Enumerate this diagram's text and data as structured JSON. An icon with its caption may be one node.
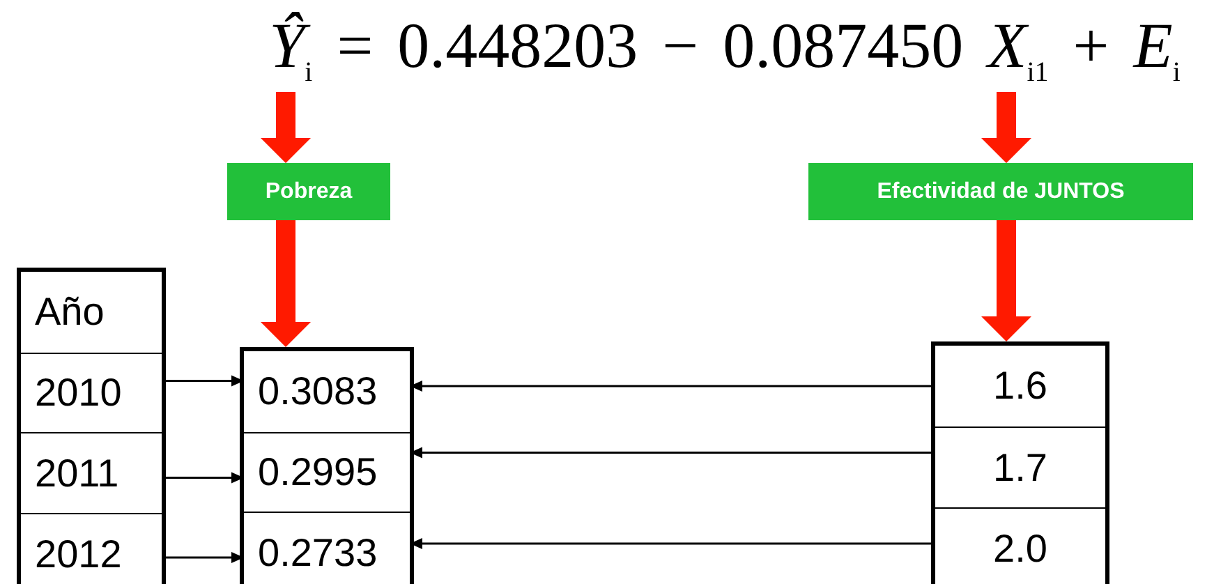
{
  "diagram": {
    "nodes": [
      {
        "text": [
          "*Ŷ*$_{i}$ = 0.448203 − 0.087450 *X*$_{i1}$ + *E*$_{i}$"
        ]
      },
      {
        "text": [
          "Pobreza"
        ]
      },
      {
        "text": [
          "Efectividad de JUNTOS"
        ]
      },
      {
        "text": [],
        "shape": "box"
      },
      {
        "text": [
          "Año"
        ],
        "in": 3
      },
      {
        "text": [
          "2010"
        ],
        "in": 3
      },
      {
        "text": [
          "2011"
        ],
        "in": 3
      },
      {
        "text": [
          "2012"
        ],
        "in": 3
      },
      {
        "text": [],
        "shape": "box"
      },
      {
        "text": [
          "0.3083"
        ],
        "in": 8
      },
      {
        "text": [
          "0.2995"
        ],
        "in": 8
      },
      {
        "text": [
          "0.2733"
        ],
        "in": 8
      },
      {
        "text": [],
        "shape": "box"
      },
      {
        "text": [
          "1.6"
        ],
        "in": 12
      },
      {
        "text": [
          "1.7"
        ],
        "in": 12
      },
      {
        "text": [
          "2.0"
        ],
        "in": 12
      }
    ],
    "edges": [
      {
        "from": 0,
        "to": 1,
        "arrow": "to",
        "style": "thick",
        "color": "#ff1a00"
      },
      {
        "from": 0,
        "to": 2,
        "arrow": "to",
        "style": "thick",
        "color": "#ff1a00"
      },
      {
        "from": 1,
        "to": 8,
        "arrow": "to",
        "style": "thick",
        "color": "#ff1a00"
      },
      {
        "from": 2,
        "to": 12,
        "arrow": "to",
        "style": "thick",
        "color": "#ff1a00"
      },
      {
        "from": 5,
        "to": 9,
        "arrow": "to"
      },
      {
        "from": 6,
        "to": 10,
        "arrow": "to"
      },
      {
        "from": 7,
        "to": 11,
        "arrow": "to"
      },
      {
        "from": 13,
        "to": 9,
        "arrow": "to"
      },
      {
        "from": 14,
        "to": 10,
        "arrow": "to"
      },
      {
        "from": 15,
        "to": 11,
        "arrow": "to"
      }
    ]
  }
}
